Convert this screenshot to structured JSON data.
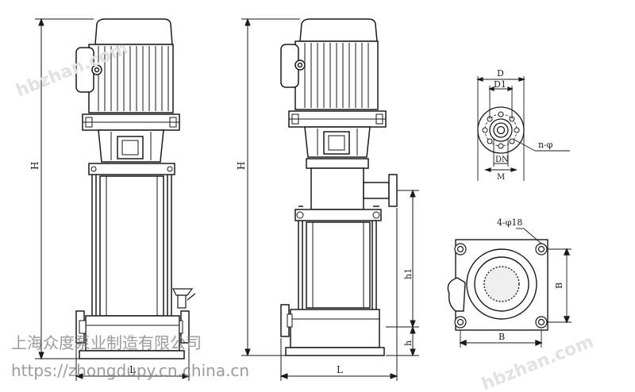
{
  "labels": {
    "h_left": "H",
    "l_left": "L",
    "h_mid": "H",
    "h1": "h1",
    "h": "h",
    "l_mid": "L",
    "d": "D",
    "d1": "D1",
    "dn": "DN",
    "m": "M",
    "bolt_holes": "n-φ",
    "base_holes": "4-φ18",
    "b_vertical": "B",
    "b_horizontal": "B"
  },
  "watermark": {
    "company": "上海众度泵业制造有限公司",
    "url": "https://zhongdupy.cn.china.cn",
    "mark_top": "hbzhan.com",
    "mark_bottom": "hbzhan.com"
  },
  "colors": {
    "line": "#1a1a1a",
    "watermark_dark": "#8a8a8a",
    "watermark_light": "#d6d6d6"
  }
}
